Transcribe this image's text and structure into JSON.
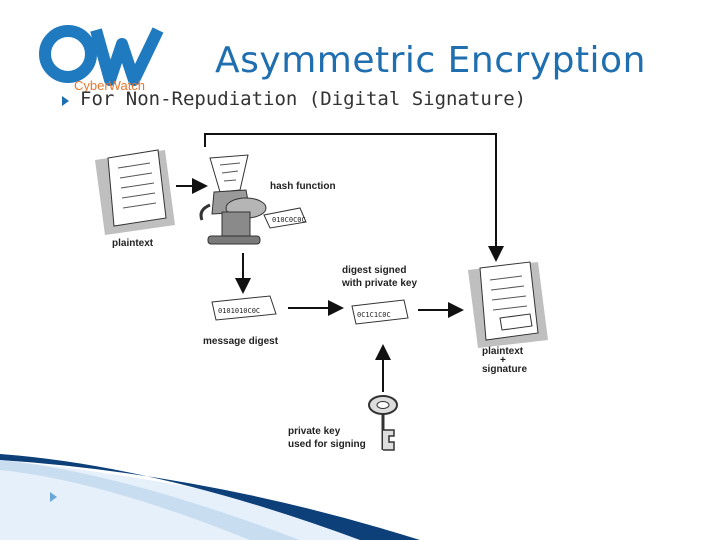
{
  "slide": {
    "logo_text": "CyberWatch",
    "title": "Asymmetric Encryption",
    "subtitle": "For Non-Repudiation (Digital Signature)"
  },
  "diagram": {
    "labels": {
      "hash_function": "hash function",
      "plaintext": "plaintext",
      "message_digest": "message digest",
      "digest_signed_1": "digest signed",
      "digest_signed_2": "with private key",
      "plaintext_sig_1": "plaintext",
      "plaintext_sig_2": "+",
      "plaintext_sig_3": "signature",
      "private_key_1": "private key",
      "private_key_2": "used for signing"
    }
  },
  "colors": {
    "title": "#1f6fb0",
    "logo": "#1f7ac0",
    "logo_sub": "#e8772e",
    "swoosh": "#0d3f78"
  }
}
